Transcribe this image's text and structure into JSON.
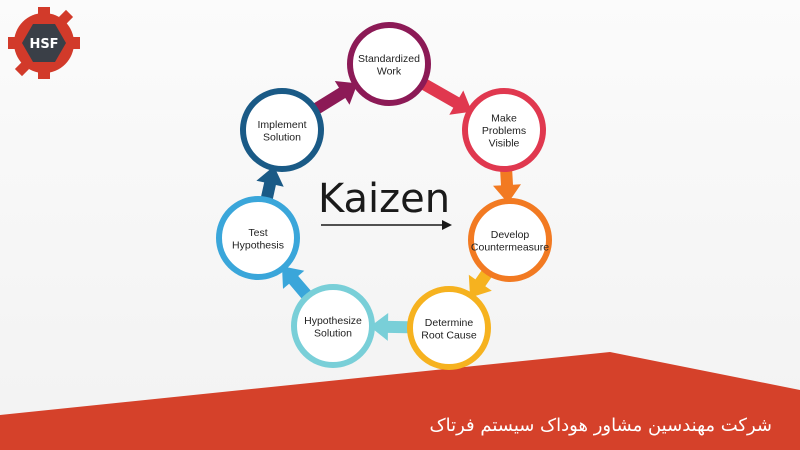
{
  "logo": {
    "text": "HSF",
    "colors": {
      "gear": "#d23a2a",
      "hex": "#3a3f47"
    }
  },
  "diagram": {
    "title": "Kaizen",
    "steps": [
      {
        "lines": [
          "Standardized",
          "Work"
        ],
        "color": "#8c1a56"
      },
      {
        "lines": [
          "Make",
          "Problems",
          "Visible"
        ],
        "color": "#e0384f"
      },
      {
        "lines": [
          "Develop",
          "Countermeasure"
        ],
        "color": "#f27a22"
      },
      {
        "lines": [
          "Determine",
          "Root Cause"
        ],
        "color": "#f6b21f"
      },
      {
        "lines": [
          "Hypothesize",
          "Solution"
        ],
        "color": "#79cfd8"
      },
      {
        "lines": [
          "Test",
          "Hypothesis"
        ],
        "color": "#3aa6da"
      },
      {
        "lines": [
          "Implement",
          "Solution"
        ],
        "color": "#1a5a86"
      }
    ]
  },
  "banner": {
    "text": "شرکت مهندسین مشاور هوداک سیستم فرتاک",
    "color": "#d5412a"
  }
}
